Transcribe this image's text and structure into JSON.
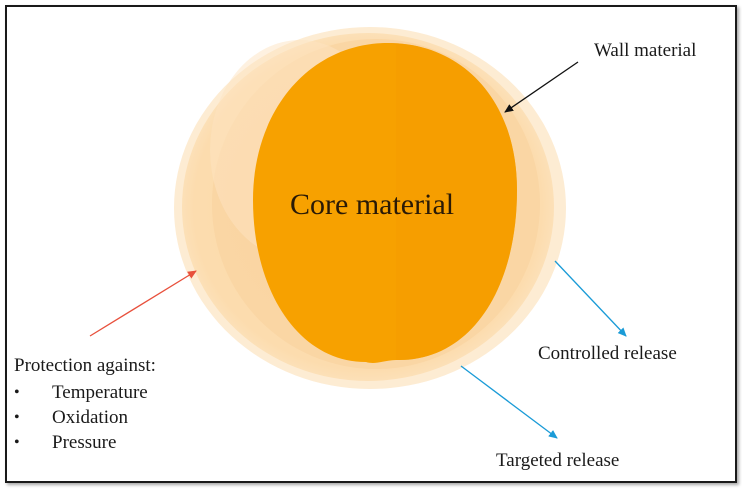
{
  "labels": {
    "core": "Core material",
    "wall": "Wall material",
    "controlled_release": "Controlled release",
    "targeted_release": "Targeted release",
    "protection_title": "Protection against:"
  },
  "protection_items": [
    "Temperature",
    "Oxidation",
    "Pressure"
  ],
  "bullet_glyph": "•",
  "colors": {
    "core": "#f7a100",
    "wall": "#fbdcad",
    "wall_outer": "#fde9cc",
    "arrow_wall": "#111111",
    "arrow_protection": "#e8503c",
    "arrow_release": "#1a9bd7"
  }
}
